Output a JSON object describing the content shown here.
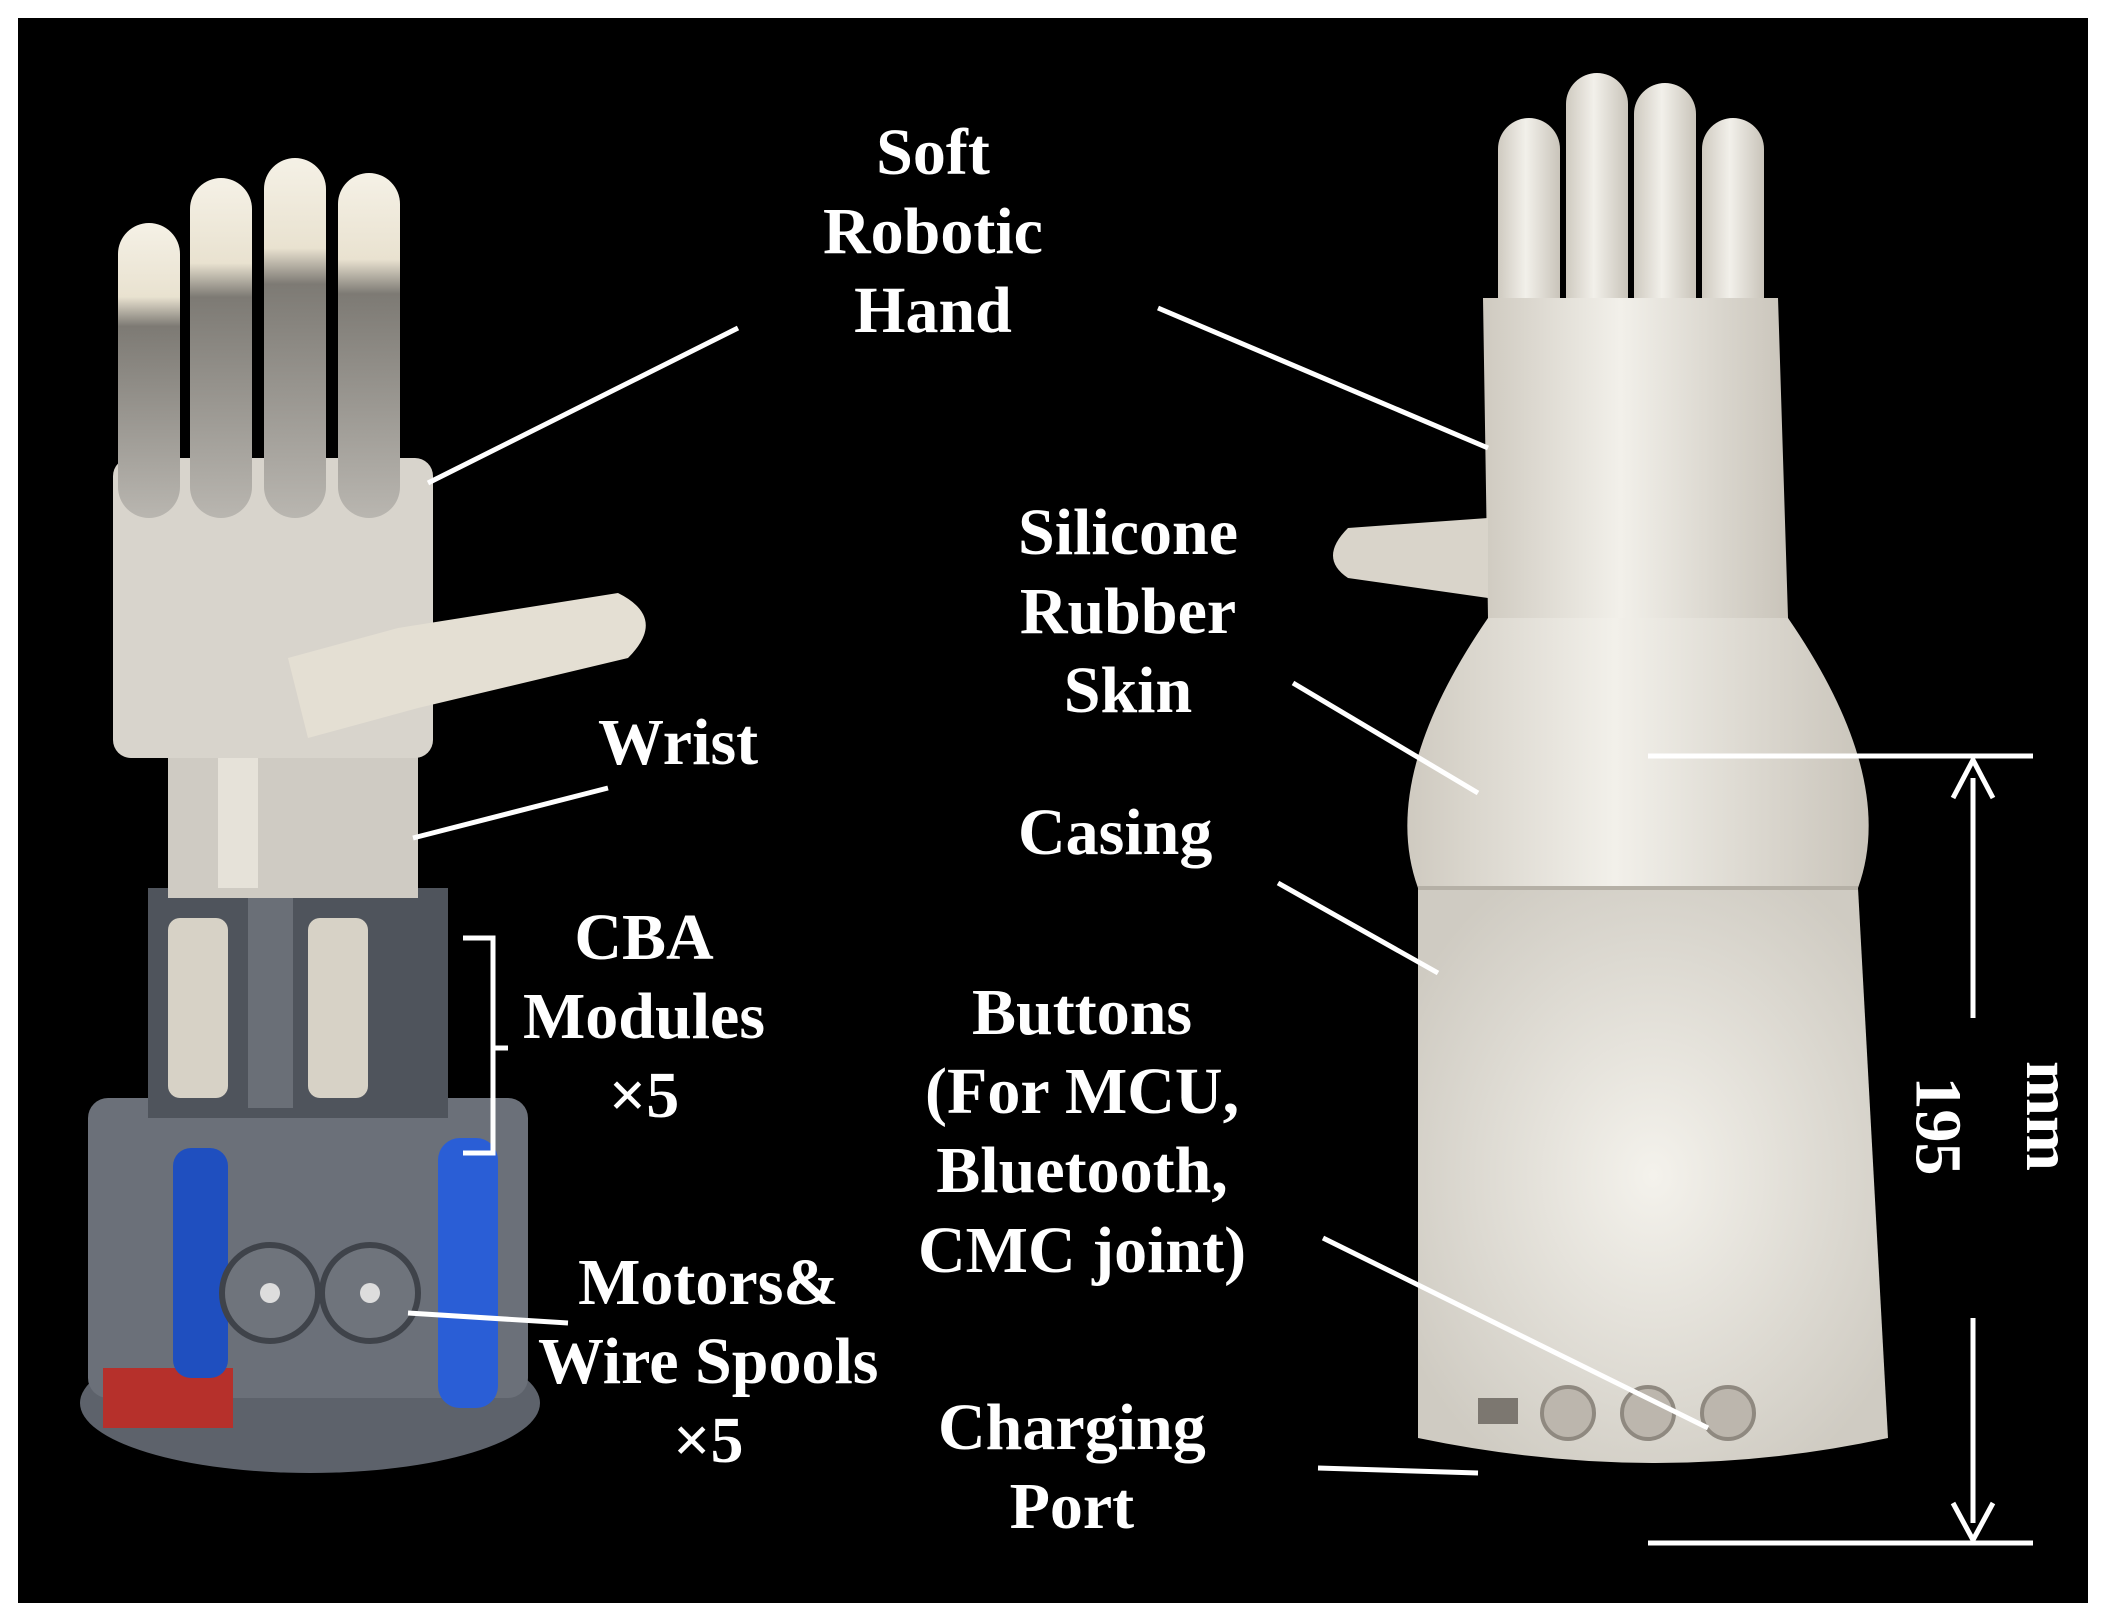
{
  "labels": {
    "soft_hand": [
      "Soft",
      "Robotic",
      "Hand"
    ],
    "silicone": [
      "Silicone",
      "Rubber",
      "Skin"
    ],
    "wrist": "Wrist",
    "casing": "Casing",
    "cba": [
      "CBA",
      "Modules",
      "×5"
    ],
    "buttons": [
      "Buttons",
      "(For MCU,",
      "Bluetooth,",
      "CMC joint)"
    ],
    "motors": [
      "Motors&",
      "Wire Spools",
      "×5"
    ],
    "charging": [
      "Charging",
      "Port"
    ],
    "dimension_value": "195",
    "dimension_unit": "mm"
  },
  "colors": {
    "background": "#000000",
    "text": "#ffffff",
    "prosthesis_white": "#e8e6e0",
    "module_gray": "#5b6069",
    "battery_blue": "#1f4fbf"
  }
}
